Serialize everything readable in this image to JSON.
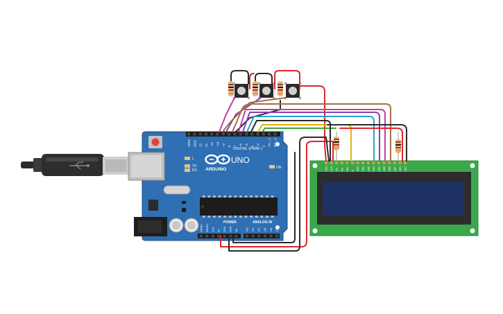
{
  "board": {
    "brand": "ARDUINO",
    "model": "UNO",
    "on_label": "ON",
    "digital_label": "DIGITAL (PWM~)",
    "power_label": "POWER",
    "analog_label": "ANALOG IN",
    "tx_label": "TX",
    "rx_label": "RX",
    "l_label": "L",
    "header_top_labels": [
      "AREF",
      "GND",
      "13",
      "12",
      "~11",
      "~10",
      "~9",
      "8",
      "7",
      "~6",
      "~5",
      "4",
      "~3",
      "2",
      "TX→1",
      "RX←0"
    ],
    "power_pin_labels": [
      "IOREF",
      "RESET",
      "3.3V",
      "5V",
      "GND",
      "GND",
      "Vin"
    ],
    "analog_pin_labels": [
      "A0",
      "A1",
      "A2",
      "A3",
      "A4",
      "A5"
    ]
  },
  "lcd": {
    "pin_labels": [
      "GND",
      "VCC",
      "V0",
      "RS",
      "RW",
      "E",
      "DB0",
      "DB1",
      "DB2",
      "DB3",
      "DB4",
      "DB5",
      "DB6",
      "DB7",
      "LED",
      "LED"
    ],
    "screen_color": "#1f3266"
  },
  "colors": {
    "board_blue": "#2f6fb3",
    "board_dark": "#245a94",
    "lcd_pcb": "#3aa84a",
    "wire_red": "#d9262b",
    "wire_black": "#2a2a2a",
    "wire_brown": "#a07046",
    "wire_magenta": "#c03fa6",
    "wire_purple": "#8b3fb0",
    "wire_cyan": "#2aa0c8",
    "wire_green": "#3aa63f",
    "wire_yellow": "#e1b600",
    "wire_orange": "#e48a1a"
  },
  "components": {
    "buttons": 3,
    "resistors": 5
  }
}
